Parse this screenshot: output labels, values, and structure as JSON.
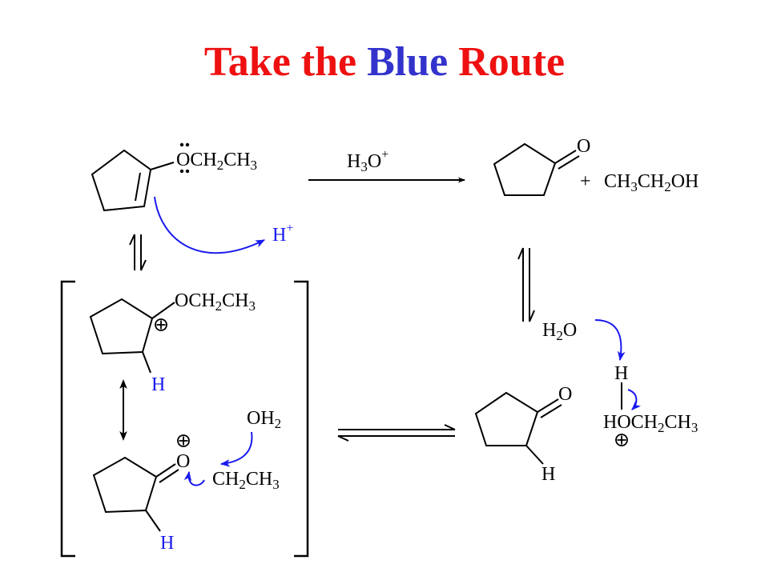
{
  "title": {
    "part1": "Take the ",
    "part2": "Blue",
    "part3": " Route",
    "color_red": "#ee1111",
    "color_blue": "#3333cc"
  },
  "colors": {
    "ink": "#000000",
    "arrow_blue": "#1a1aee"
  },
  "labels": {
    "enol_ether_group": [
      "O",
      "CH",
      "2",
      "CH",
      "3"
    ],
    "reagent": [
      "H",
      "3",
      "O",
      "+"
    ],
    "proton": [
      "H",
      "+"
    ],
    "ketone_oxygen": "O",
    "plus": "+",
    "ethanol": [
      "CH",
      "3",
      "CH",
      "2",
      "OH"
    ],
    "cation_group": [
      "OCH",
      "2",
      "CH",
      "3"
    ],
    "hydrogen": "H",
    "water": [
      "OH",
      "2"
    ],
    "oxonium_group": [
      "CH",
      "2",
      "CH",
      "3"
    ],
    "water_right": [
      "H",
      "2",
      "O"
    ],
    "protonated_ethanol": [
      "HOCH",
      "2",
      "CH",
      "3"
    ]
  }
}
